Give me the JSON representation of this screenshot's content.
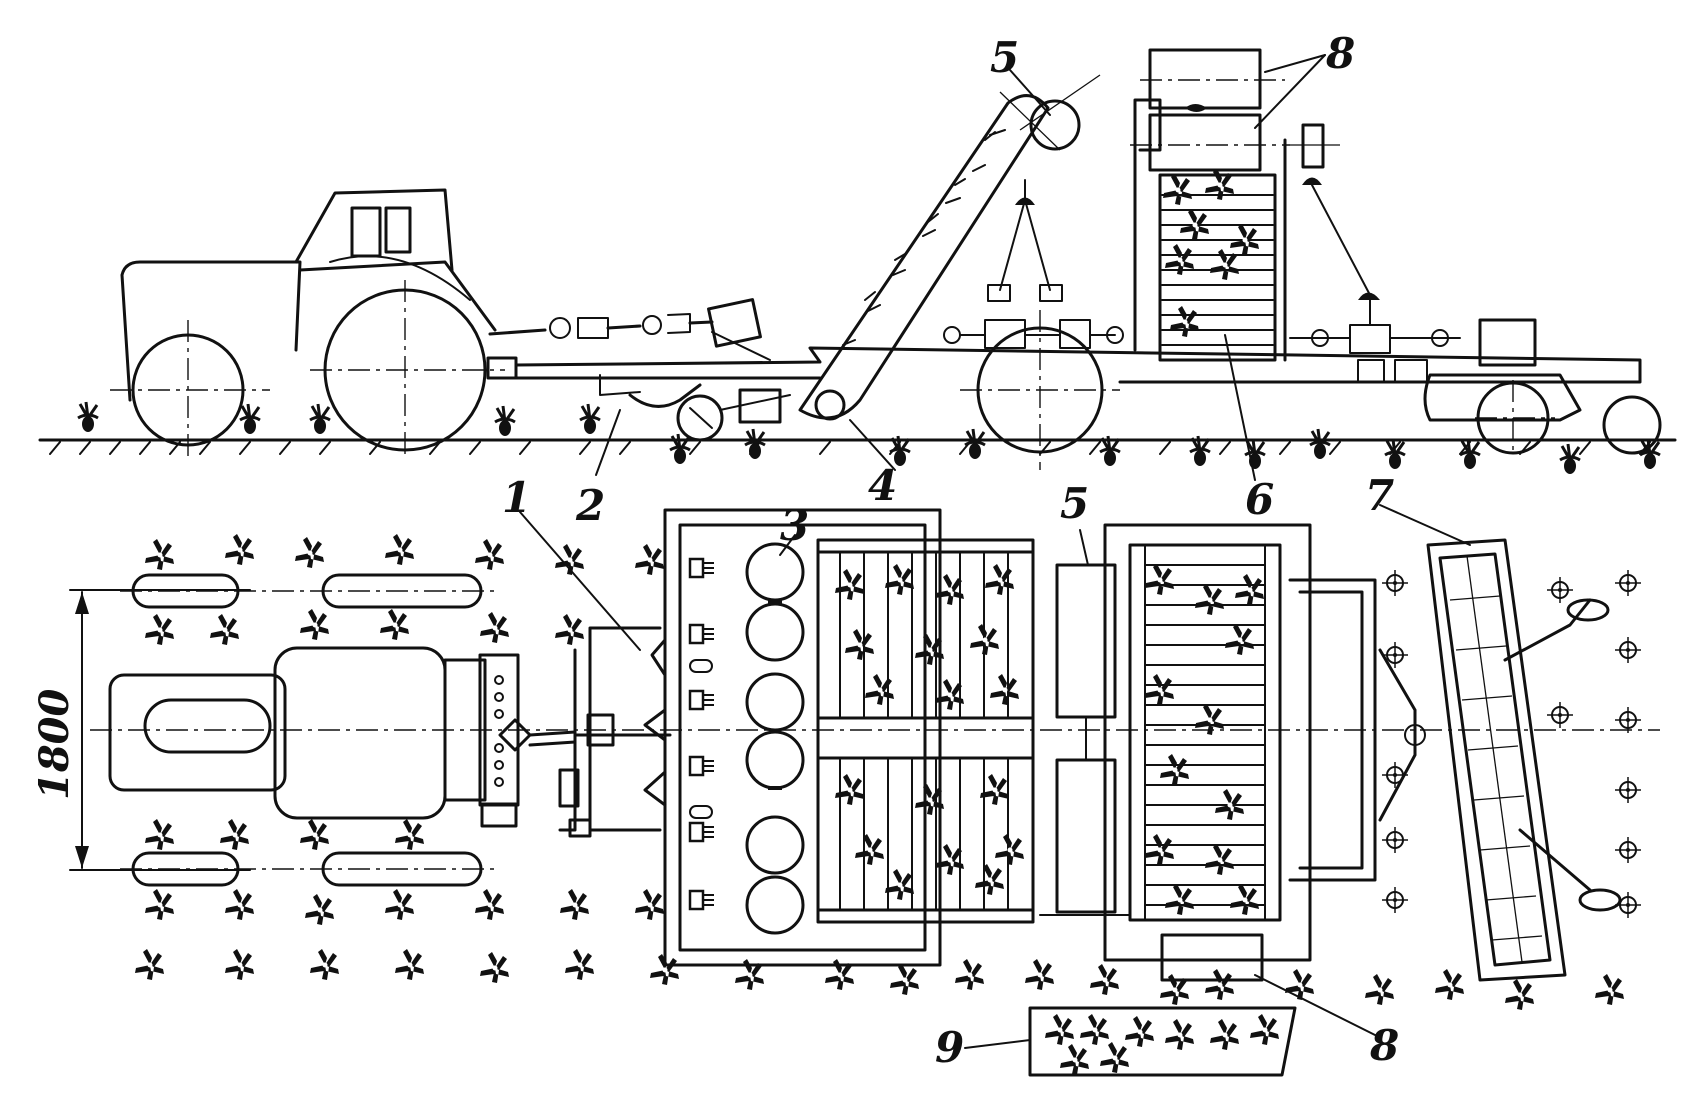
{
  "labels": {
    "l1": "1",
    "l2": "2",
    "l3": "3",
    "l4": "4",
    "l5_top": "5",
    "l5_plan": "5",
    "l6": "6",
    "l7": "7",
    "l8_top": "8",
    "l8_bottom": "8",
    "l9": "9"
  },
  "dimension": "1800"
}
